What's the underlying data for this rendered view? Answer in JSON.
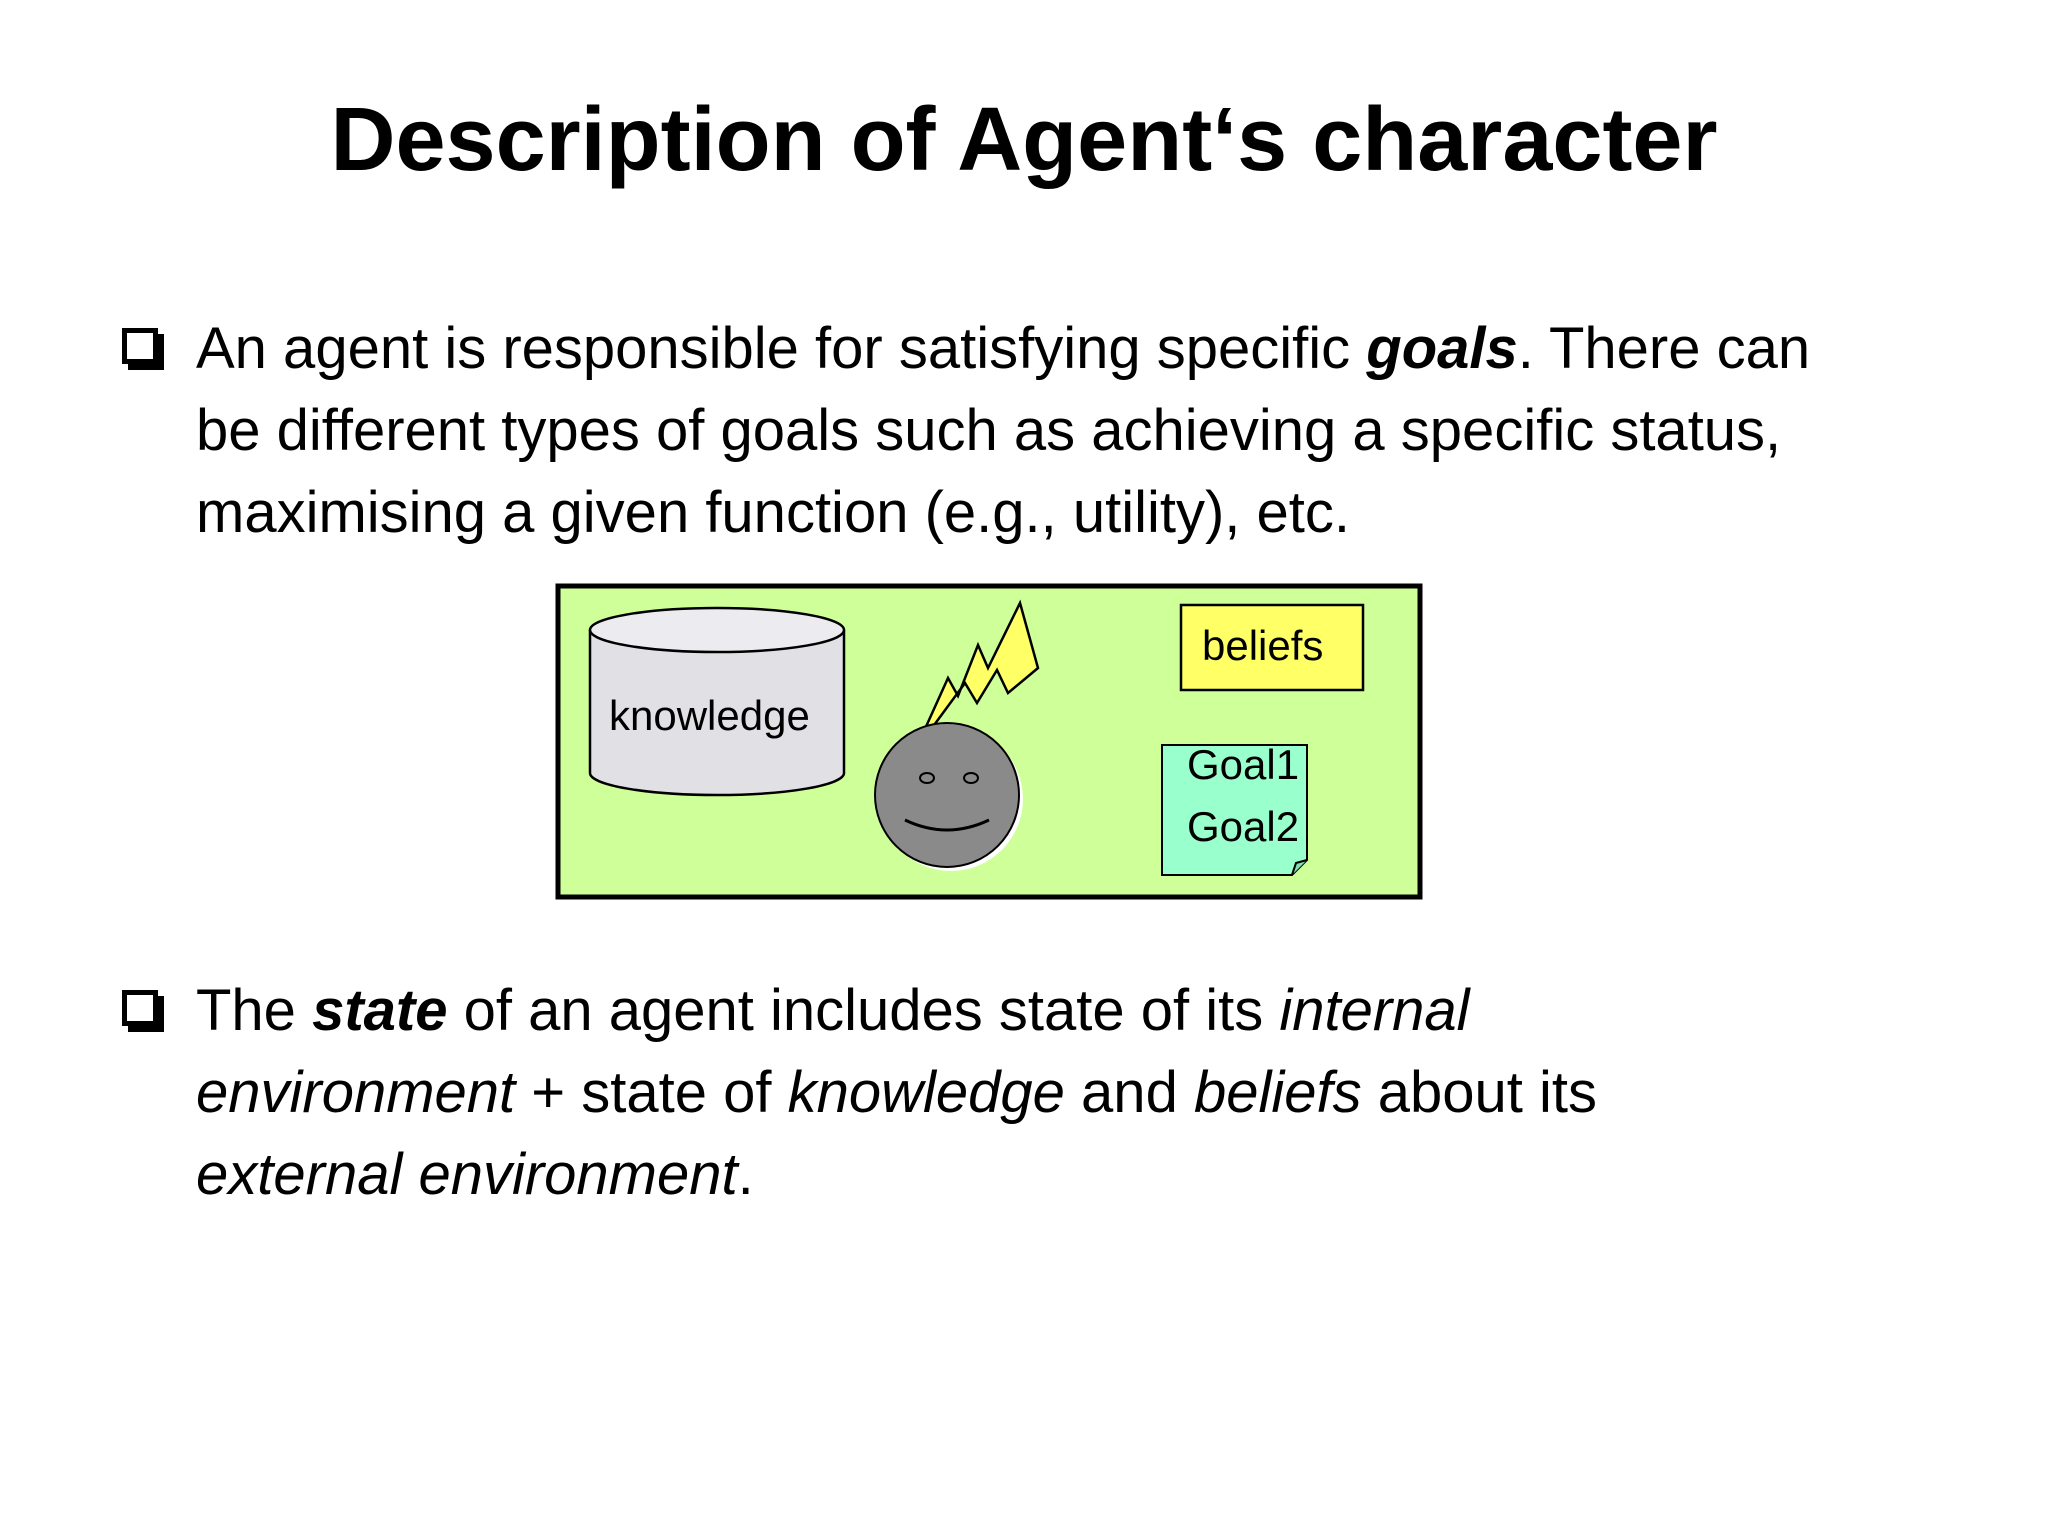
{
  "title": "Description of  Agent‘s character",
  "bullet1": {
    "l1_a": "An agent is responsible for satisfying specific ",
    "l1_b": "goals",
    "l1_c": ". There can",
    "l2": "be different types of goals such as achieving a specific status,",
    "l3": "maximising a given function (e.g., utility), etc."
  },
  "diagram": {
    "knowledge_label": "knowledge",
    "beliefs_label": "beliefs",
    "goals": [
      "Goal1",
      "Goal2"
    ],
    "colors": {
      "background": "#cfff99",
      "cylinder": "#e1e0e5",
      "beliefs_note": "#ffff66",
      "goals_note": "#99ffcc",
      "face": "#8a8a8a",
      "lightning": "#ffff66"
    }
  },
  "bullet2": {
    "l1_a": "The ",
    "l1_b": "state",
    "l1_c": " of an agent includes state of its ",
    "l1_d": "internal",
    "l2_a": "environment",
    "l2_b": " + state of ",
    "l2_c": "knowledge",
    "l2_d": " and ",
    "l2_e": "beliefs",
    "l2_f": " about its",
    "l3_a": "external environment",
    "l3_b": "."
  }
}
